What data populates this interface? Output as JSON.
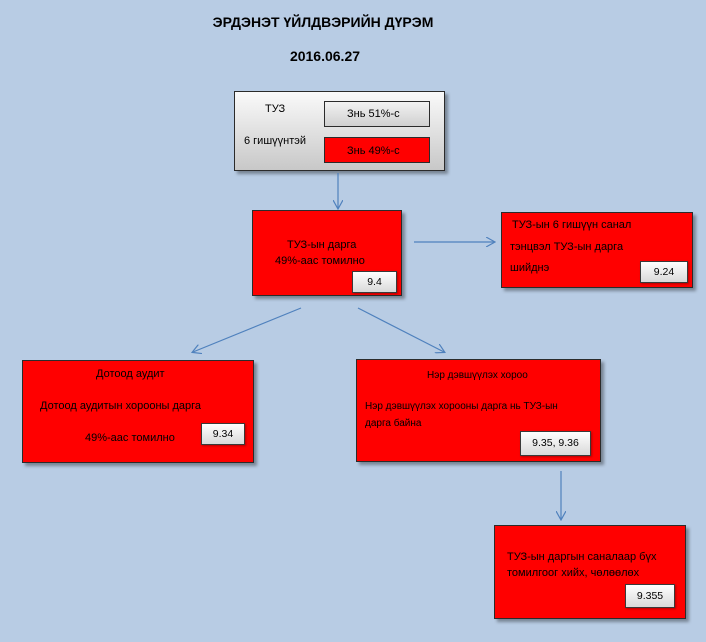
{
  "header": {
    "title": "ЭРДЭНЭТ ҮЙЛДВЭРИЙН ДҮРЭМ",
    "date": "2016.06.27"
  },
  "board": {
    "label": "ТУЗ",
    "members": "6 гишүүнтэй",
    "share_51": "Знь 51%-с",
    "share_49": "Знь 49%-с"
  },
  "chairman": {
    "line1": "ТУЗ-ын дарга",
    "line2": "49%-аас томилно",
    "ref": "9.4"
  },
  "tie_vote": {
    "line1": "ТУЗ-ын 6 гишүүн санал",
    "line2": "тэнцвэл ТУЗ-ын дарга",
    "line3": "шийднэ",
    "ref": "9.24"
  },
  "audit": {
    "title": "Дотоод  аудит",
    "line1": "Дотоод  аудитын хорооны  дарга",
    "line2": "49%-аас томилно",
    "ref": "9.34"
  },
  "nomination": {
    "title": "Нэр дэвшүүлэх хороо",
    "line1": "Нэр дэвшүүлэх хорооны дарга нь ТУЗ-ын",
    "line2": "дарга байна",
    "ref": "9.35, 9.36"
  },
  "appointments": {
    "line1": "ТУЗ-ын даргын саналаар бүх",
    "line2": "томилгоог хийх, чөлөөлөх",
    "ref": "9.355"
  },
  "colors": {
    "background": "#b8cce4",
    "box_red": "#ff0000",
    "arrow": "#4f81bd"
  }
}
